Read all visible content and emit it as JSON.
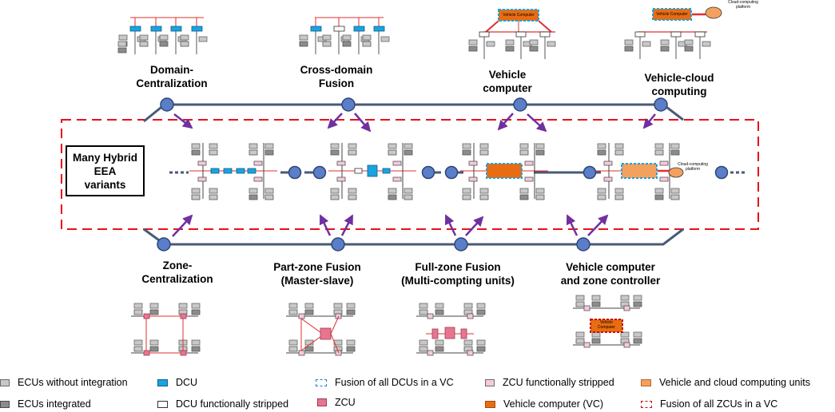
{
  "top_labels": {
    "domain": [
      "Domain-",
      "Centralization"
    ],
    "cross": [
      "Cross-domain",
      "Fusion"
    ],
    "vehicle": [
      "Vehicle",
      "computer"
    ],
    "cloud": [
      "Vehicle-cloud",
      "computing"
    ]
  },
  "bottom_labels": {
    "zone": [
      "Zone-",
      "Centralization"
    ],
    "part": [
      "Part-zone Fusion",
      "(Master-slave)"
    ],
    "full": [
      "Full-zone Fusion",
      "(Multi-compting units)"
    ],
    "vczc": [
      "Vehicle computer",
      "and zone controller"
    ]
  },
  "hybrid_label": [
    "Many Hybrid",
    "EEA",
    "variants"
  ],
  "tiny_text": {
    "vehicle_computer": "Vehicle Computer",
    "cloud_platform": "Cloud-computing platform",
    "vehicle_computer_small": "Vehicle Computer"
  },
  "legend": {
    "ecus_without": "ECUs without integration",
    "ecus_integrated": "ECUs  integrated",
    "dcu": "DCU",
    "dcu_stripped": "DCU functionally stripped",
    "fusion_dcus": "Fusion of all DCUs in a VC",
    "zcu": "ZCU",
    "zcu_stripped": "ZCU functionally stripped",
    "vc": "Vehicle computer (VC)",
    "vcc_units": "Vehicle and cloud computing units",
    "fusion_zcus": "Fusion of all ZCUs in a VC"
  },
  "colors": {
    "timeline": "#4a5a78",
    "node_fill": "#5b7ec9",
    "arrow": "#7030a0",
    "dashed_box": "#e8101a",
    "dcu": "#1aa3df",
    "zcu": "#e8758f",
    "vehicle_computer": "#e96c12",
    "cloud": "#f4a15f",
    "red_link": "#e03030"
  }
}
